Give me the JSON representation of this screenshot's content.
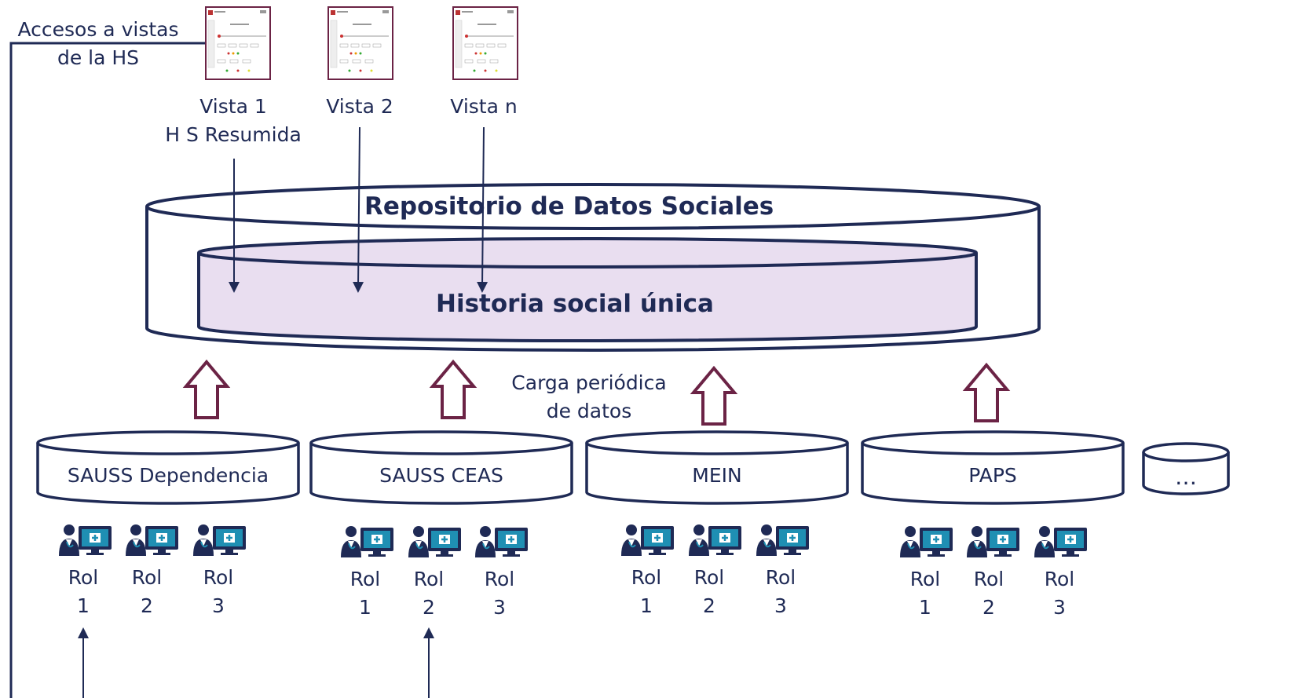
{
  "access": {
    "line1": "Accesos a vistas",
    "line2": "de la HS"
  },
  "views": [
    {
      "line1": "Vista 1",
      "line2": "H S Resumida"
    },
    {
      "line1": "Vista 2",
      "line2": ""
    },
    {
      "line1": "Vista n",
      "line2": ""
    }
  ],
  "repository": {
    "title": "Repositorio de Datos Sociales",
    "inner": "Historia social única"
  },
  "load": {
    "line1": "Carga periódica",
    "line2": "de datos"
  },
  "sources": [
    {
      "name": "SAUSS Dependencia",
      "roles": [
        {
          "label": "Rol",
          "num": "1"
        },
        {
          "label": "Rol",
          "num": "2"
        },
        {
          "label": "Rol",
          "num": "3"
        }
      ]
    },
    {
      "name": "SAUSS CEAS",
      "roles": [
        {
          "label": "Rol",
          "num": "1"
        },
        {
          "label": "Rol",
          "num": "2"
        },
        {
          "label": "Rol",
          "num": "3"
        }
      ]
    },
    {
      "name": "MEIN",
      "roles": [
        {
          "label": "Rol",
          "num": "1"
        },
        {
          "label": "Rol",
          "num": "2"
        },
        {
          "label": "Rol",
          "num": "3"
        }
      ]
    },
    {
      "name": "PAPS",
      "roles": [
        {
          "label": "Rol",
          "num": "1"
        },
        {
          "label": "Rol",
          "num": "2"
        },
        {
          "label": "Rol",
          "num": "3"
        }
      ]
    }
  ],
  "more_source": "…",
  "colors": {
    "navy": "#1f2a55",
    "maroon": "#6b2345",
    "inner_fill": "#e9def0",
    "icon_teal": "#1f8fb3"
  }
}
